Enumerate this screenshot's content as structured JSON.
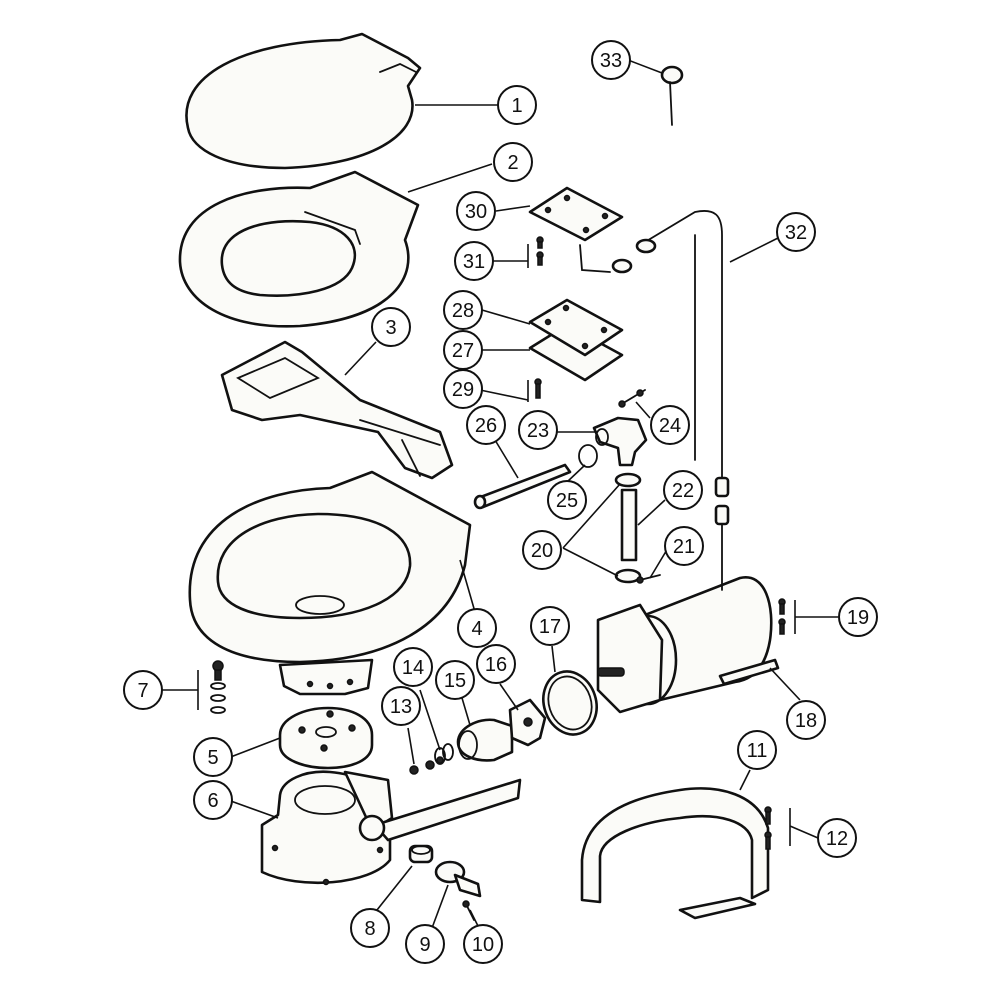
{
  "colors": {
    "line": "#111111",
    "highlight": "#ee1111",
    "background": "#ffffff"
  },
  "highlighted_part": "30",
  "callouts": [
    {
      "label": "1"
    },
    {
      "label": "2"
    },
    {
      "label": "3"
    },
    {
      "label": "4"
    },
    {
      "label": "5"
    },
    {
      "label": "6"
    },
    {
      "label": "7"
    },
    {
      "label": "8"
    },
    {
      "label": "9"
    },
    {
      "label": "10"
    },
    {
      "label": "11"
    },
    {
      "label": "12"
    },
    {
      "label": "13"
    },
    {
      "label": "14"
    },
    {
      "label": "15"
    },
    {
      "label": "16"
    },
    {
      "label": "17"
    },
    {
      "label": "18"
    },
    {
      "label": "19"
    },
    {
      "label": "20"
    },
    {
      "label": "21"
    },
    {
      "label": "22"
    },
    {
      "label": "23"
    },
    {
      "label": "24"
    },
    {
      "label": "25"
    },
    {
      "label": "26"
    },
    {
      "label": "27"
    },
    {
      "label": "28"
    },
    {
      "label": "29"
    },
    {
      "label": "30"
    },
    {
      "label": "31"
    },
    {
      "label": "32"
    },
    {
      "label": "33"
    }
  ]
}
